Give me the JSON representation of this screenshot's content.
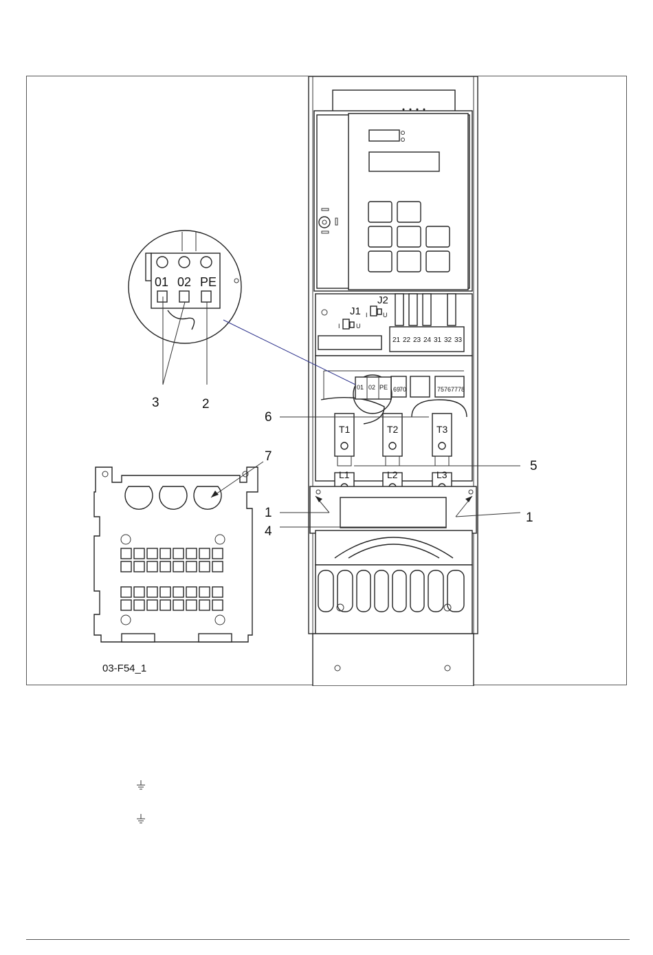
{
  "figure": {
    "id_label": "03-F54_1",
    "callouts": {
      "c1": "1",
      "c2": "2",
      "c3": "3",
      "c4": "4",
      "c5": "5",
      "c6": "6",
      "c7": "7"
    },
    "magnified_terminals": [
      "01",
      "02",
      "PE"
    ],
    "small_terminals": [
      "01",
      "02",
      "PE"
    ],
    "control_terminals": [
      "21",
      "22",
      "23",
      "24",
      "31",
      "32",
      "33"
    ],
    "aux_terminals": [
      "69",
      "70",
      "75",
      "76",
      "77",
      "78"
    ],
    "jumpers": {
      "j1": "J1",
      "j2": "J2",
      "i": "I",
      "u": "U"
    },
    "motor_terminals": [
      "T1",
      "T2",
      "T3"
    ],
    "mains_terminals": [
      "L1",
      "L2",
      "L3"
    ]
  },
  "icons": [
    "ground-icon",
    "ground-icon"
  ],
  "colors": {
    "line": "#222222",
    "leader_blue": "#2a2f8a"
  }
}
